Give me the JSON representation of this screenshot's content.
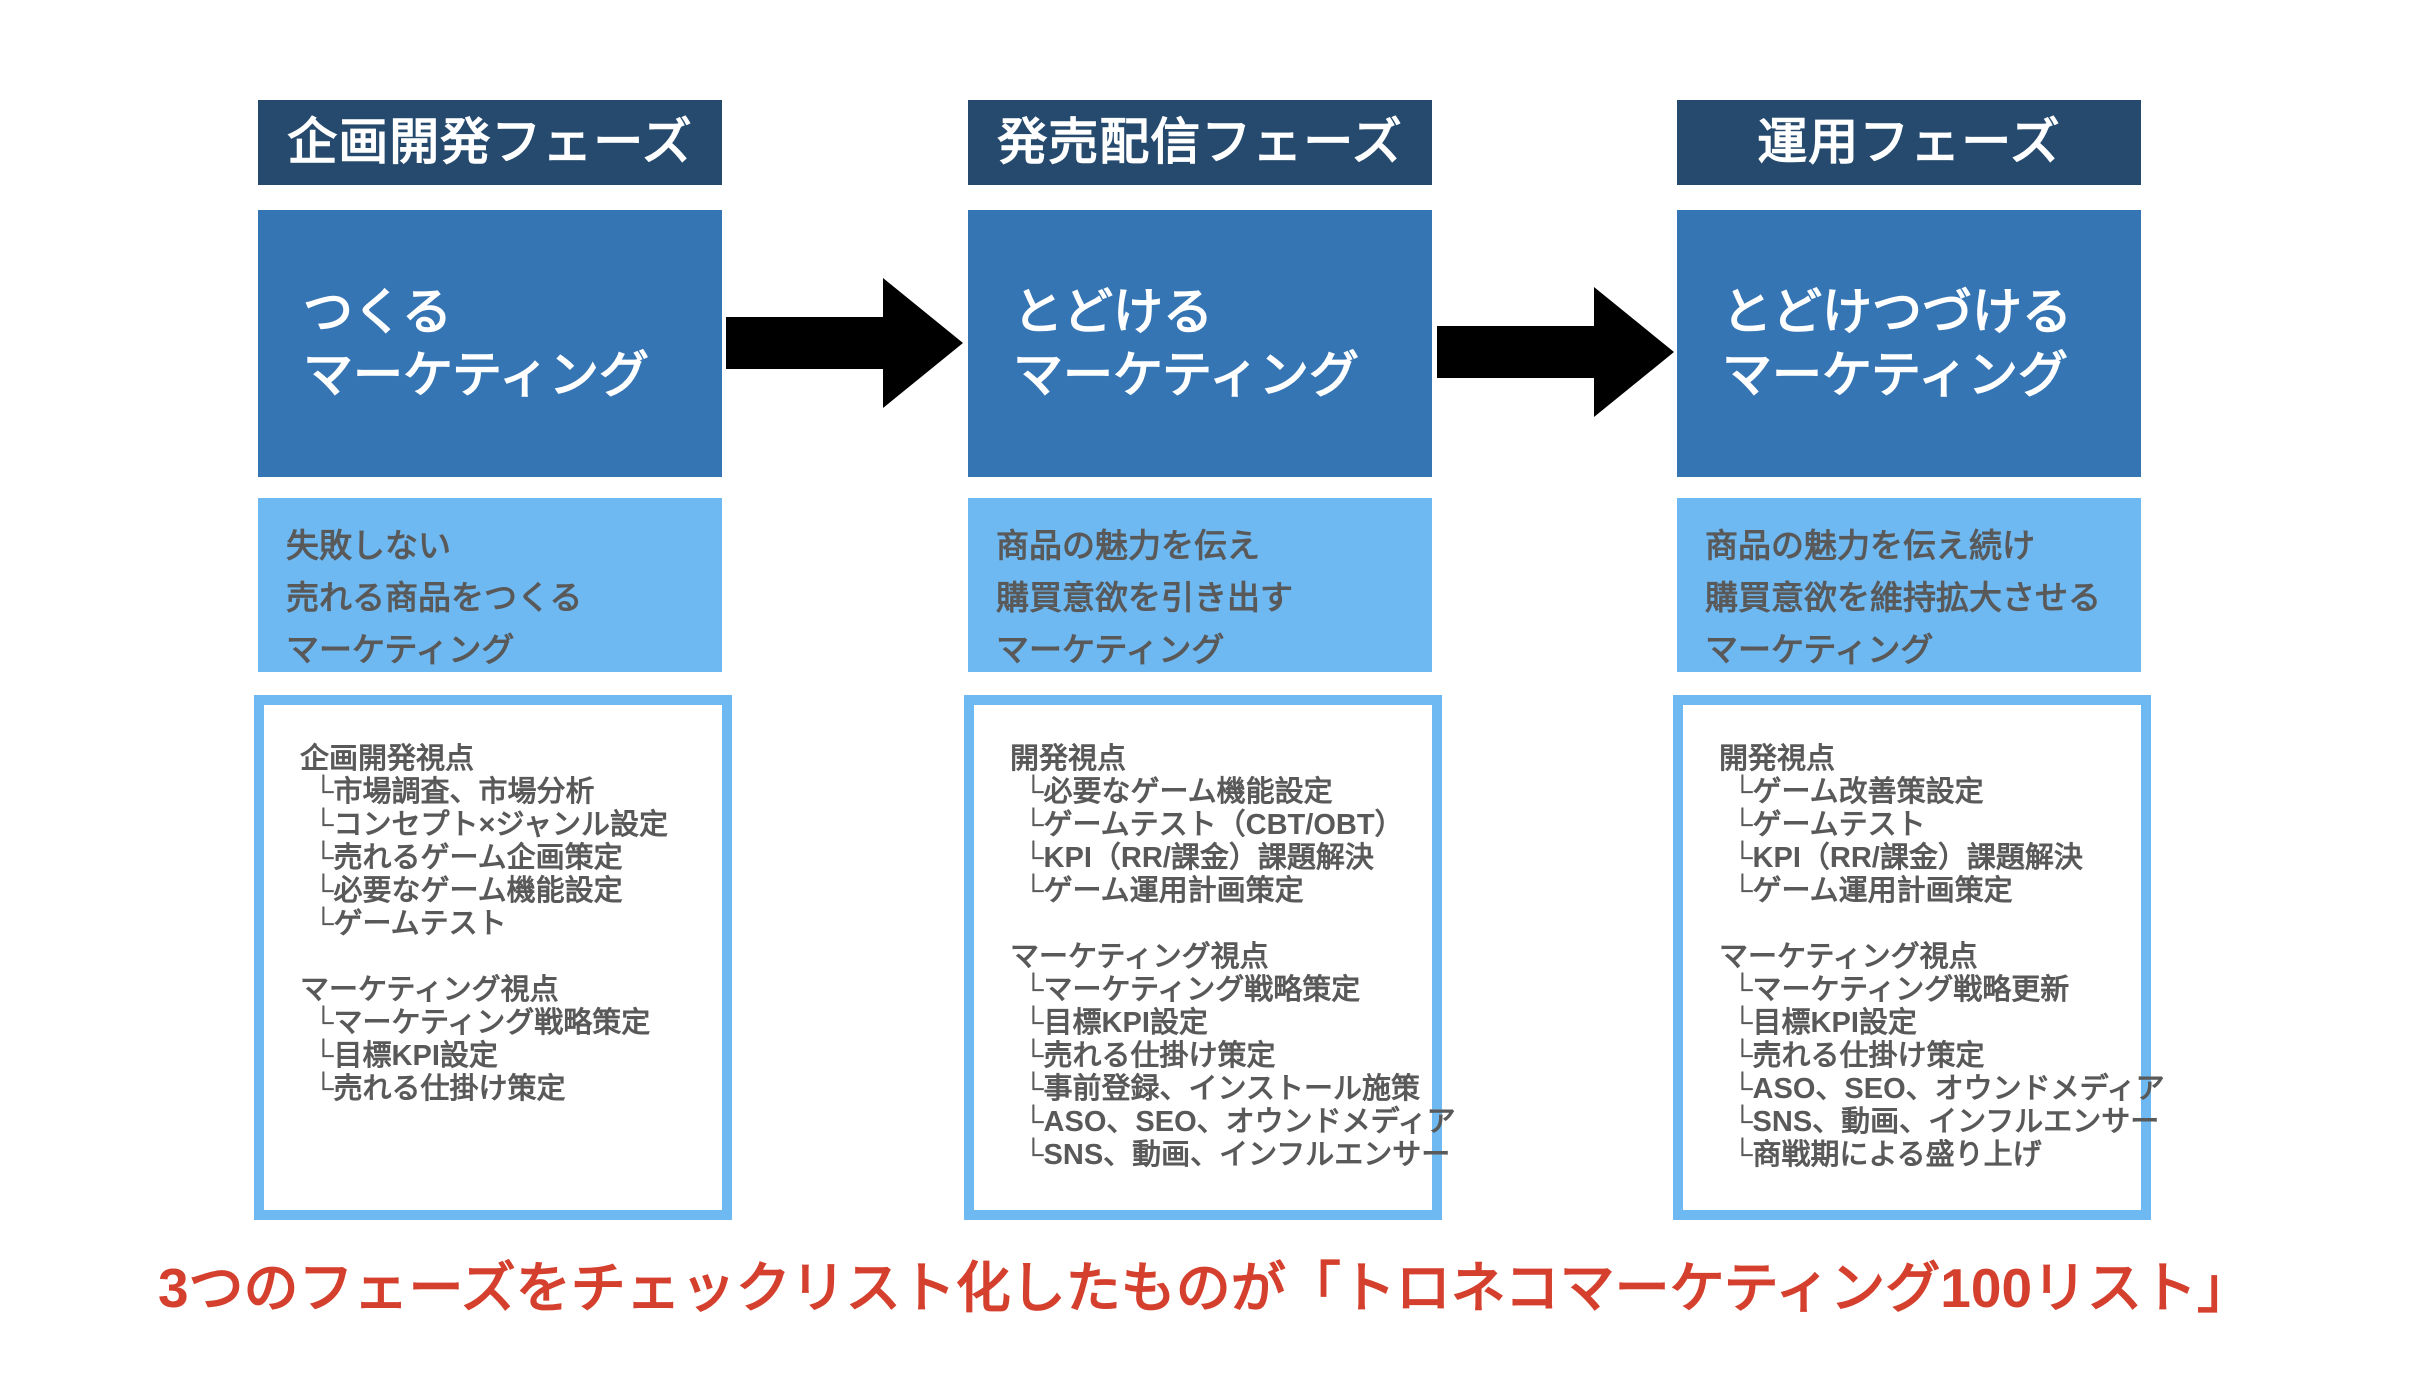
{
  "columns": [
    {
      "header": "企画開発フェーズ",
      "phase_lines": [
        "つくる",
        "マーケティング"
      ],
      "subtitle_lines": [
        "失敗しない",
        "売れる商品をつくる",
        "マーケティング"
      ],
      "checklist": [
        {
          "title": "企画開発視点",
          "items": [
            "└市場調査、市場分析",
            "└コンセプト×ジャンル設定",
            "└売れるゲーム企画策定",
            "└必要なゲーム機能設定",
            "└ゲームテスト"
          ]
        },
        {
          "title": "マーケティング視点",
          "items": [
            "└マーケティング戦略策定",
            "└目標KPI設定",
            "└売れる仕掛け策定"
          ]
        }
      ]
    },
    {
      "header": "発売配信フェーズ",
      "phase_lines": [
        "とどける",
        "マーケティング"
      ],
      "subtitle_lines": [
        "商品の魅力を伝え",
        "購買意欲を引き出す",
        "マーケティング"
      ],
      "checklist": [
        {
          "title": "開発視点",
          "items": [
            "└必要なゲーム機能設定",
            "└ゲームテスト（CBT/OBT）",
            "└KPI（RR/課金）課題解決",
            "└ゲーム運用計画策定"
          ]
        },
        {
          "title": "マーケティング視点",
          "items": [
            "└マーケティング戦略策定",
            "└目標KPI設定",
            "└売れる仕掛け策定",
            "└事前登録、インストール施策",
            "└ASO、SEO、オウンドメディア",
            "└SNS、動画、インフルエンサー"
          ]
        }
      ]
    },
    {
      "header": "運用フェーズ",
      "phase_lines": [
        "とどけつづける",
        "マーケティング"
      ],
      "subtitle_lines": [
        "商品の魅力を伝え続け",
        "購買意欲を維持拡大させる",
        "マーケティング"
      ],
      "checklist": [
        {
          "title": "開発視点",
          "items": [
            "└ゲーム改善策設定",
            "└ゲームテスト",
            "└KPI（RR/課金）課題解決",
            "└ゲーム運用計画策定"
          ]
        },
        {
          "title": "マーケティング視点",
          "items": [
            "└マーケティング戦略更新",
            "└目標KPI設定",
            "└売れる仕掛け策定",
            "└ASO、SEO、オウンドメディア",
            "└SNS、動画、インフルエンサー",
            "└商戦期による盛り上げ"
          ]
        }
      ]
    }
  ],
  "footer": {
    "caption": "3つのフェーズをチェックリスト化したものが「トロネコマーケティング100リスト」"
  },
  "colors": {
    "header_bg": "#254a6e",
    "phase_bg": "#3575b4",
    "subtitle_bg": "#6fb9f2",
    "checklist_border": "#6fb9f2",
    "body_text": "#595959",
    "footer_red": "#d5402e",
    "arrow_black": "#000000",
    "text_white": "#ffffff"
  }
}
